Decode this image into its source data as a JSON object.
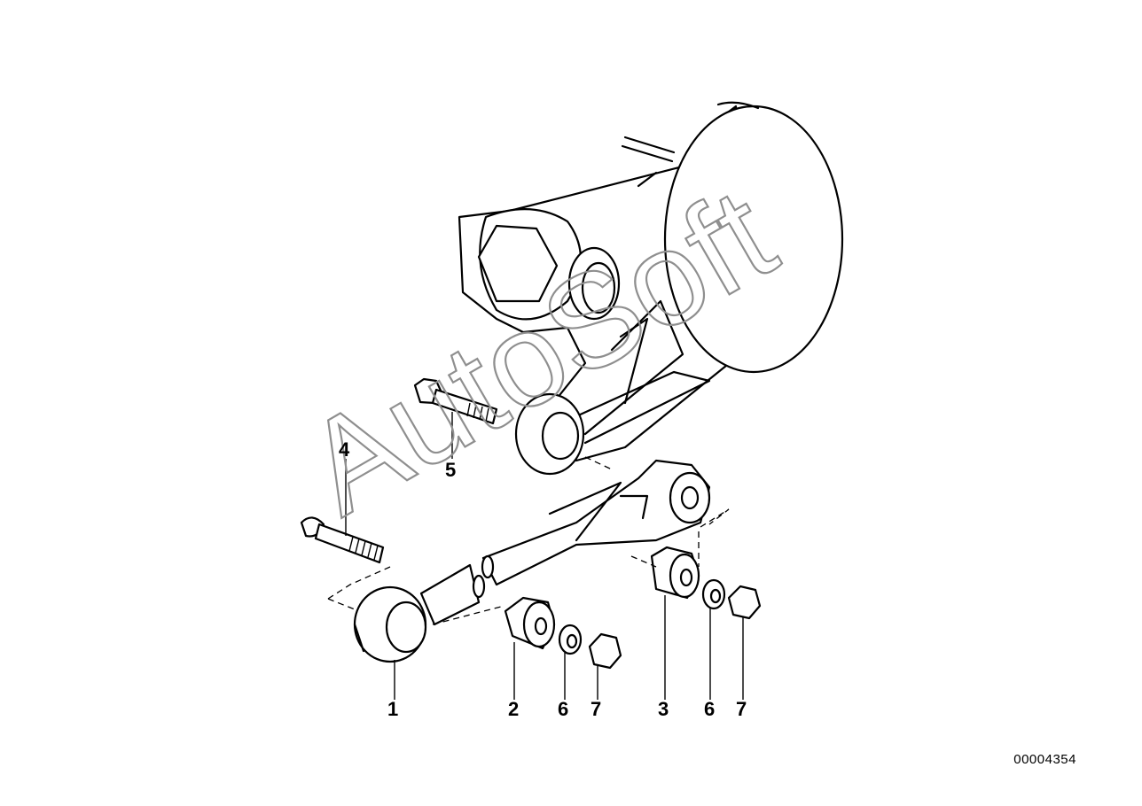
{
  "diagram": {
    "watermark": "AutoSoft",
    "document_number": "00004354",
    "callouts": [
      "1",
      "2",
      "6",
      "7",
      "3",
      "6",
      "7",
      "4",
      "5"
    ],
    "parts": [
      {
        "callout": "1",
        "part": "torque-strut"
      },
      {
        "callout": "2",
        "part": "rubber-bushing"
      },
      {
        "callout": "3",
        "part": "rubber-bushing"
      },
      {
        "callout": "4",
        "part": "bolt"
      },
      {
        "callout": "5",
        "part": "bolt"
      },
      {
        "callout": "6",
        "part": "washer"
      },
      {
        "callout": "7",
        "part": "nut"
      }
    ]
  }
}
